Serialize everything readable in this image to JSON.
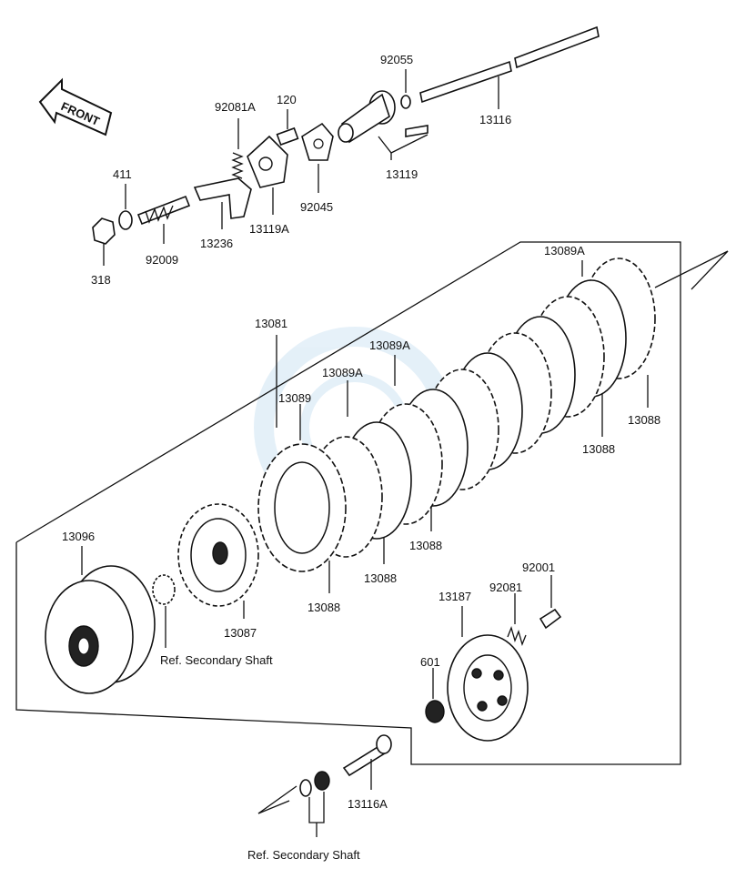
{
  "front_arrow": {
    "text": "FRONT"
  },
  "labels": {
    "l13116": "13116",
    "l92055": "92055",
    "l120": "120",
    "l92081A": "92081A",
    "l411": "411",
    "l13119": "13119",
    "l92045": "92045",
    "l13119A": "13119A",
    "l13236": "13236",
    "l92009": "92009",
    "l318": "318",
    "l13089A_top": "13089A",
    "l13081": "13081",
    "l13089A_mid": "13089A",
    "l13089A_low": "13089A",
    "l13089": "13089",
    "l13088_r1": "13088",
    "l13088_r2": "13088",
    "l13088_m1": "13088",
    "l13088_m2": "13088",
    "l13088_m3": "13088",
    "l13096": "13096",
    "l13087": "13087",
    "l92001": "92001",
    "l92081": "92081",
    "l13187": "13187",
    "l601": "601",
    "l13116A": "13116A"
  },
  "refs": {
    "secondary_shaft_1": "Ref. Secondary Shaft",
    "secondary_shaft_2": "Ref. Secondary Shaft"
  },
  "colors": {
    "ink": "#111111",
    "paper": "#ffffff",
    "watermark": "#3a8fd0"
  }
}
